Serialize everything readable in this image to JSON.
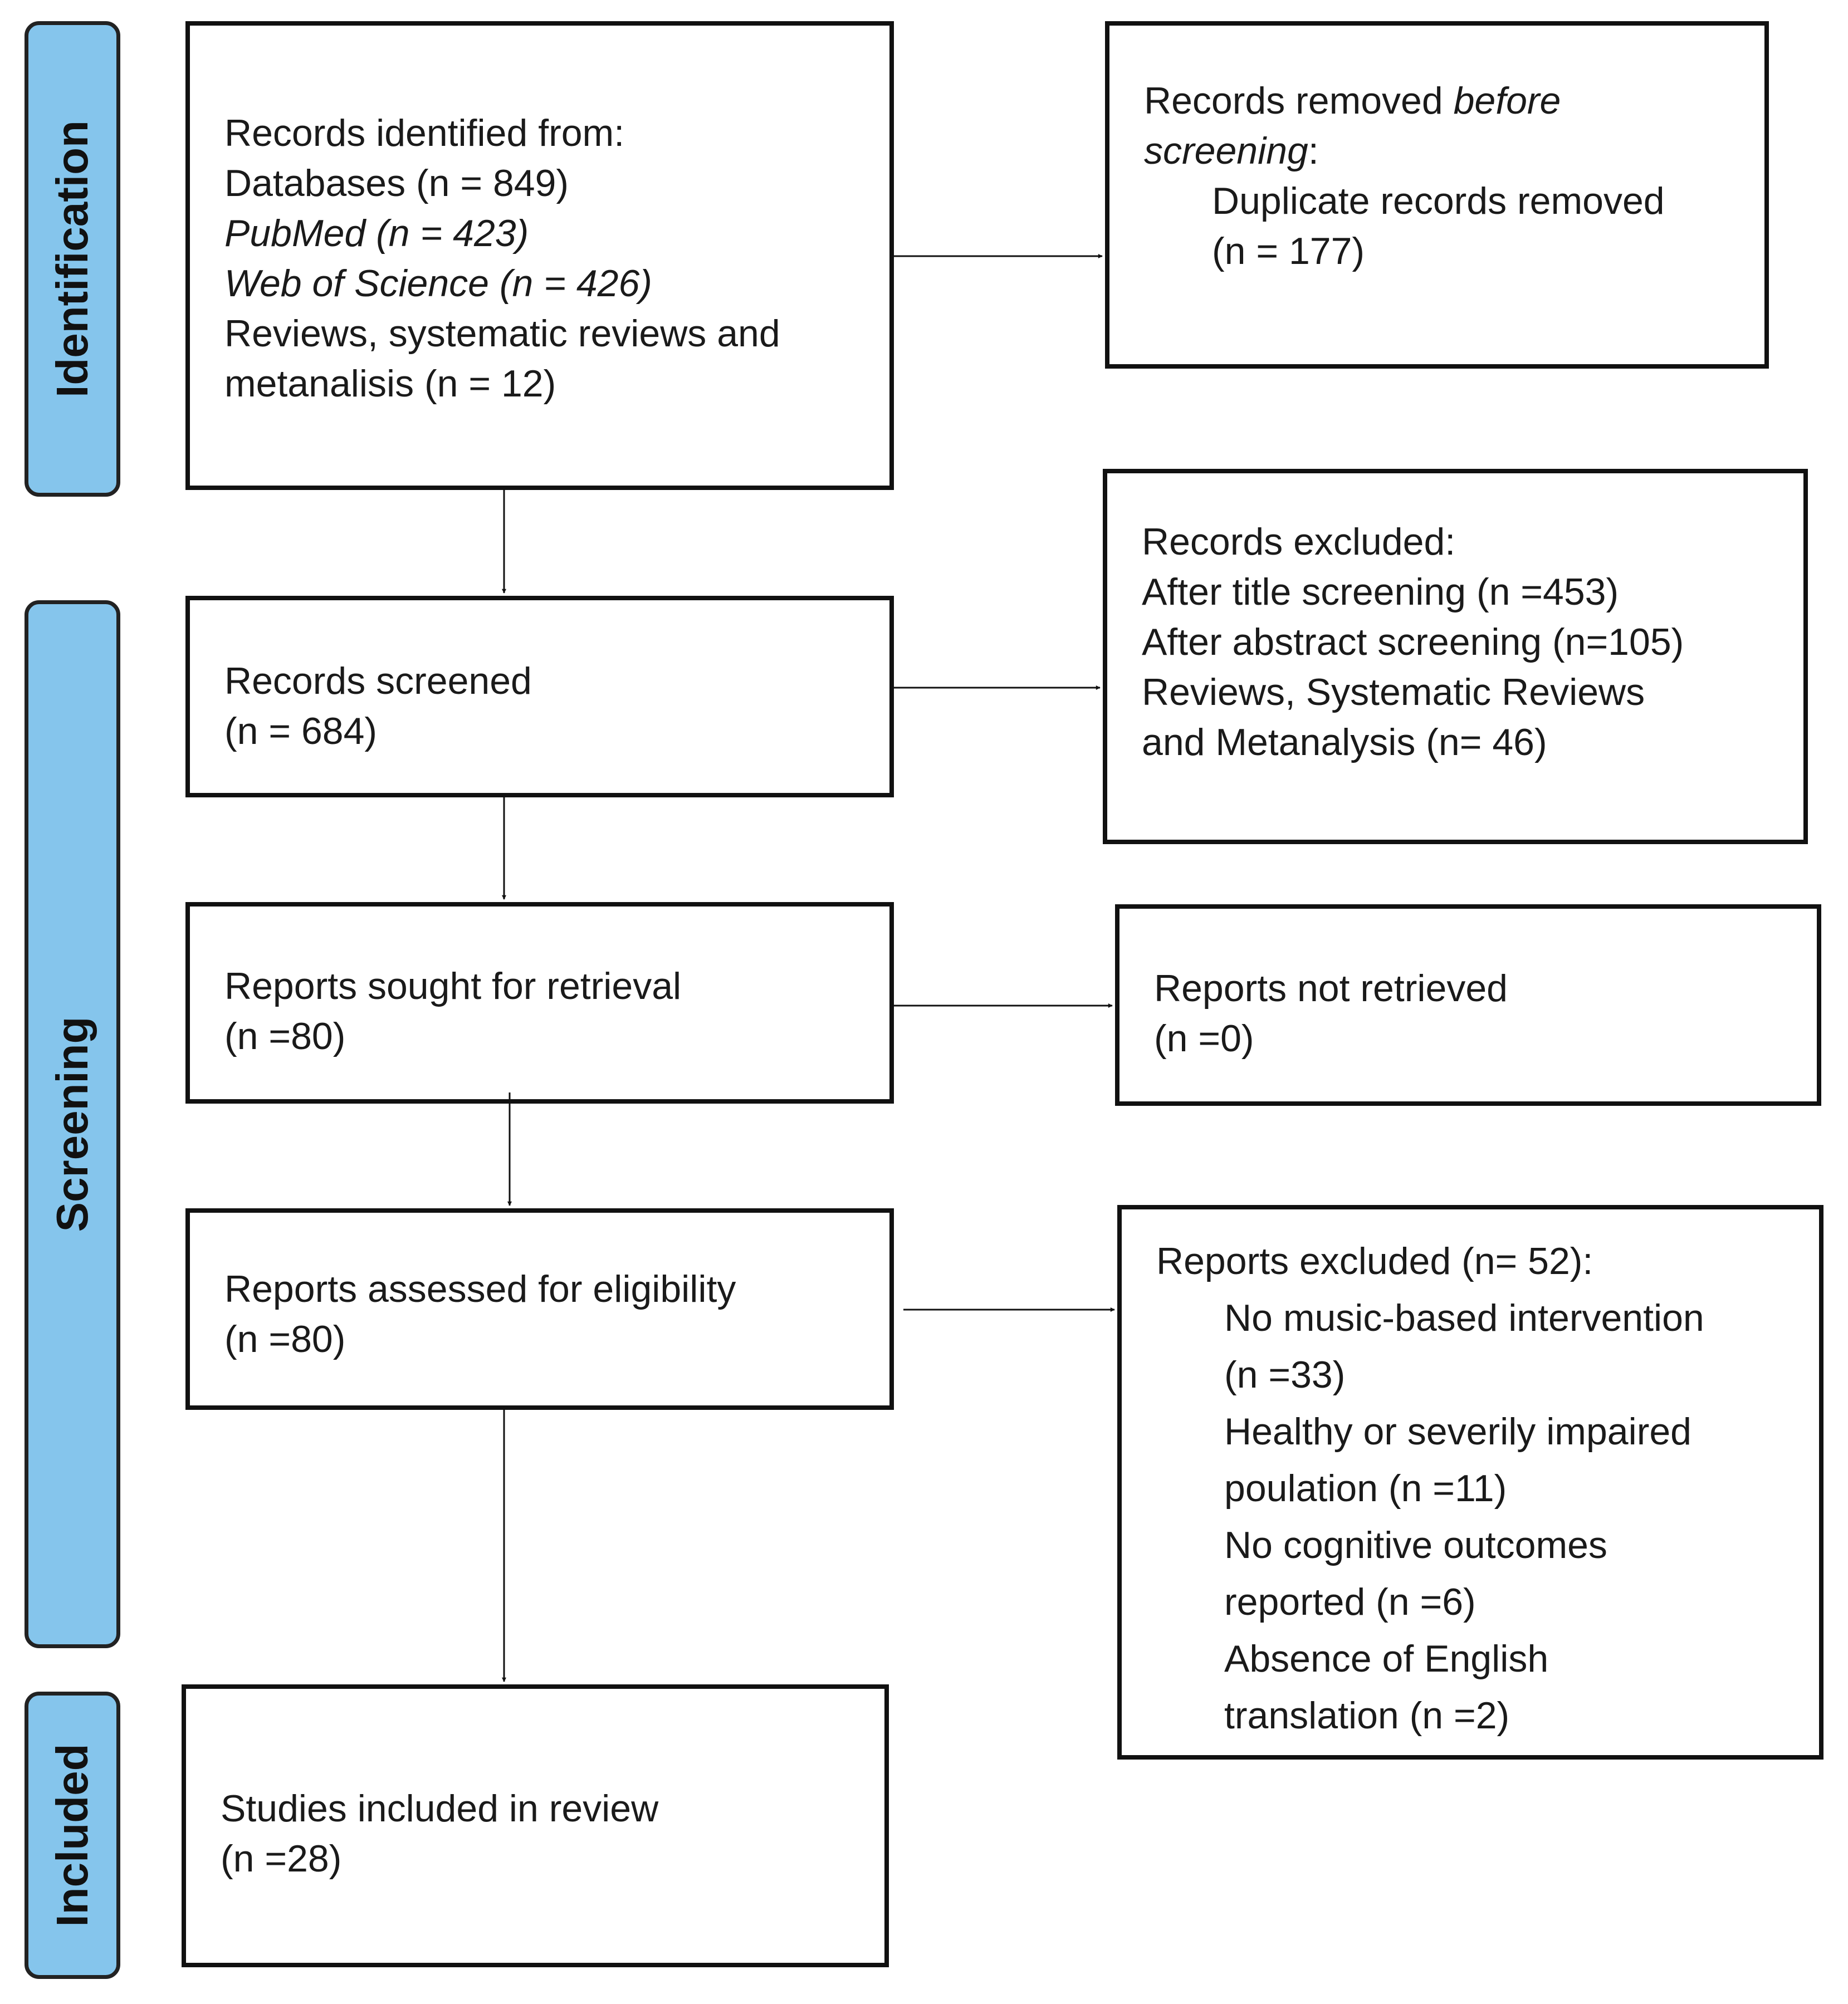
{
  "phases": {
    "identification": "Identification",
    "screening": "Screening",
    "included": "Included"
  },
  "boxes": {
    "records_identified": {
      "lines": [
        "Records identified from:",
        "Databases (n = 849)",
        "PubMed (n = 423)",
        "Web of Science (n = 426)",
        "Reviews, systematic reviews and",
        "metanalisis (n = 12)"
      ]
    },
    "records_removed": {
      "line1_a": "Records removed ",
      "line1_b": "before",
      "line2_a": "screening",
      "line2_b": ":",
      "line3": "Duplicate records removed",
      "line4": "(n = 177)"
    },
    "records_screened": {
      "lines": [
        "Records screened",
        "(n = 684)"
      ]
    },
    "records_excluded": {
      "lines": [
        "Records excluded:",
        "After title screening (n =453)",
        "After abstract screening (n=105)",
        "Reviews, Systematic Reviews",
        "and Metanalysis (n= 46)"
      ]
    },
    "reports_sought": {
      "lines": [
        "Reports sought for retrieval",
        "(n =80)"
      ]
    },
    "reports_not_retrieved": {
      "lines": [
        "Reports not retrieved",
        "(n =0)"
      ]
    },
    "reports_assessed": {
      "lines": [
        "Reports assessed for eligibility",
        "(n =80)"
      ]
    },
    "reports_excluded": {
      "header": "Reports excluded (n= 52):",
      "lines": [
        "No music-based intervention",
        "(n =33)",
        "Healthy or severily impaired",
        "poulation (n =11)",
        "No cognitive outcomes",
        "reported (n =6)",
        "Absence of English",
        "translation (n =2)"
      ]
    },
    "studies_included": {
      "lines": [
        "Studies included in review",
        "(n =28)"
      ]
    }
  },
  "colors": {
    "phase_fill": "#85c5ec",
    "border": "#111111",
    "text": "#1a1a1a"
  }
}
